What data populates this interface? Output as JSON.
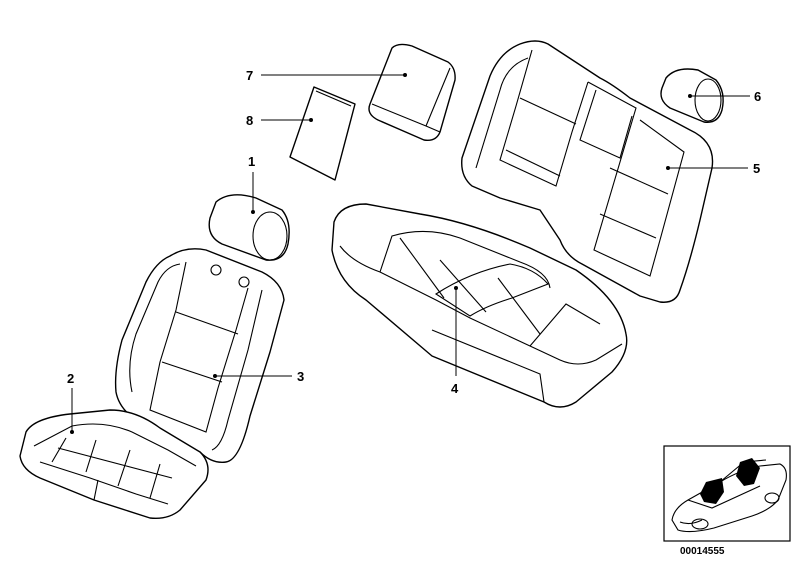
{
  "callouts": {
    "c1": "1",
    "c2": "2",
    "c3": "3",
    "c4": "4",
    "c5": "5",
    "c6": "6",
    "c7": "7",
    "c8": "8"
  },
  "inset": {
    "code": "00014555",
    "highlight_color": "#000000"
  },
  "colors": {
    "line": "#000000",
    "background": "#ffffff"
  }
}
